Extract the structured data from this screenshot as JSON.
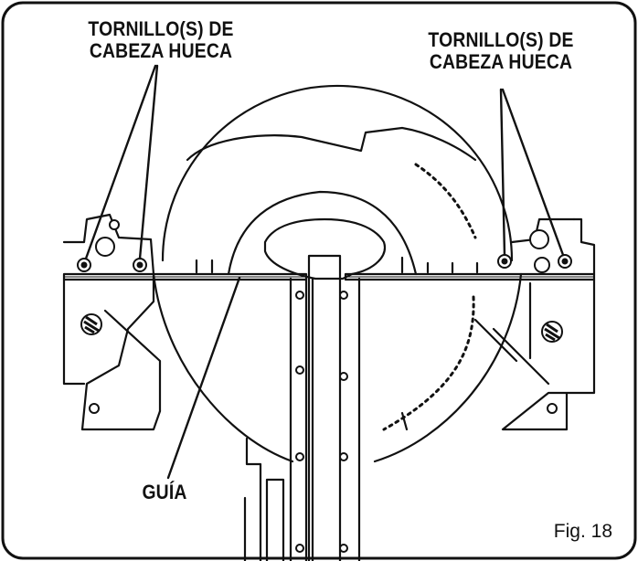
{
  "labels": {
    "left_screws": [
      "TORNILLO(S) DE",
      "CABEZA HUECA"
    ],
    "right_screws": [
      "TORNILLO(S) DE",
      "CABEZA HUECA"
    ],
    "guide": "GUÍA"
  },
  "figure_caption": "Fig. 18"
}
